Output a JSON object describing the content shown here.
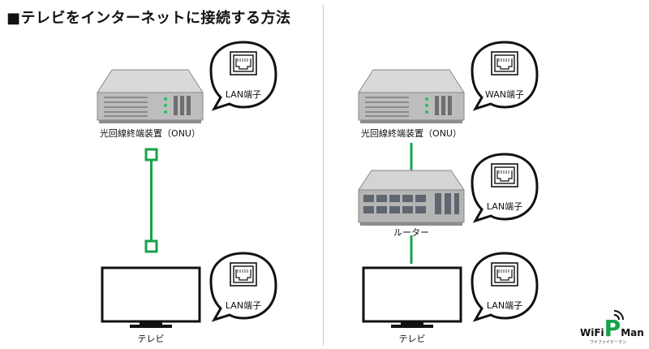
{
  "title": "■テレビをインターネットに接続する方法",
  "left": {
    "onu_label": "光回線終端装置（ONU）",
    "tv_label": "テレビ",
    "bubble_top": "LAN端子",
    "bubble_bottom": "LAN端子"
  },
  "right": {
    "onu_label": "光回線終端装置（ONU）",
    "router_label": "ルーター",
    "tv_label": "テレビ",
    "bubble_top": "WAN端子",
    "bubble_mid": "LAN端子",
    "bubble_bottom": "LAN端子"
  },
  "logo": {
    "wifi": "WiFi",
    "p": "P",
    "man": "Man",
    "sub": "ワイファイピーマン"
  },
  "colors": {
    "accent": "#16a34a",
    "device_body": "#b9b9b9",
    "device_dark": "#6f6f6f",
    "bubble_stroke": "#111111"
  }
}
